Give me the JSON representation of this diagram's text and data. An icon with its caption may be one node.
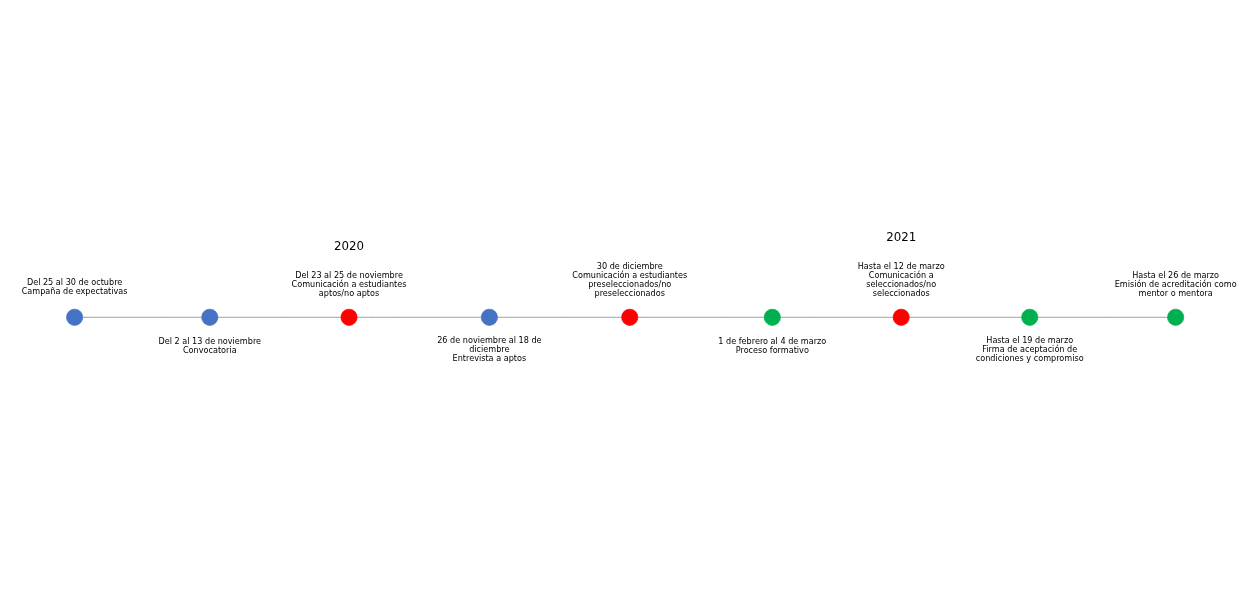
{
  "diagram": {
    "nodes": [
      {
        "text": [],
        "shape": "circle",
        "beside": [
          "Del 25 al 30 de octubre",
          "Campaña de expectativas"
        ]
      },
      {
        "text": [],
        "shape": "circle",
        "beside": [
          "Del 2 al 13 de noviembre",
          "Convocatoria"
        ]
      },
      {
        "text": [],
        "shape": "circle",
        "beside": [
          "Del 23 al 25 de noviembre",
          "Comunicación a estudiantes aptos/no aptos"
        ]
      },
      {
        "text": [],
        "shape": "circle",
        "beside": [
          "26 de noviembre al 18 de diciembre",
          "Entrevista a aptos"
        ]
      },
      {
        "text": [],
        "shape": "circle",
        "beside": [
          "30 de diciembre",
          "Comunicación a estudiantes preseleccionados/no preseleccionados"
        ]
      },
      {
        "text": [],
        "shape": "circle",
        "beside": [
          "1 de febrero al 4 de marzo",
          "Proceso formativo"
        ]
      },
      {
        "text": [],
        "shape": "circle",
        "beside": [
          "Hasta el 12 de marzo",
          "Comunicación a seleccionados/no seleccionados"
        ]
      },
      {
        "text": [],
        "shape": "circle",
        "beside": [
          "Hasta el 19 de marzo",
          "Firma de aceptación de condiciones y compromiso"
        ]
      },
      {
        "text": [],
        "shape": "circle",
        "beside": [
          "Hasta el 26 de marzo",
          "Emisión de acreditación como mentor o mentora"
        ]
      }
    ],
    "edges": [
      {
        "from": 0,
        "to": 1,
        "arrow": "none"
      },
      {
        "from": 1,
        "to": 2,
        "arrow": "none"
      },
      {
        "from": 2,
        "to": 3,
        "arrow": "none"
      },
      {
        "from": 3,
        "to": 4,
        "arrow": "none"
      },
      {
        "from": 4,
        "to": 5,
        "arrow": "none"
      },
      {
        "from": 5,
        "to": 6,
        "arrow": "none"
      },
      {
        "from": 6,
        "to": 7,
        "arrow": "none"
      },
      {
        "from": 7,
        "to": 8,
        "arrow": "none"
      }
    ],
    "labels": [
      "2020",
      "2021"
    ]
  }
}
